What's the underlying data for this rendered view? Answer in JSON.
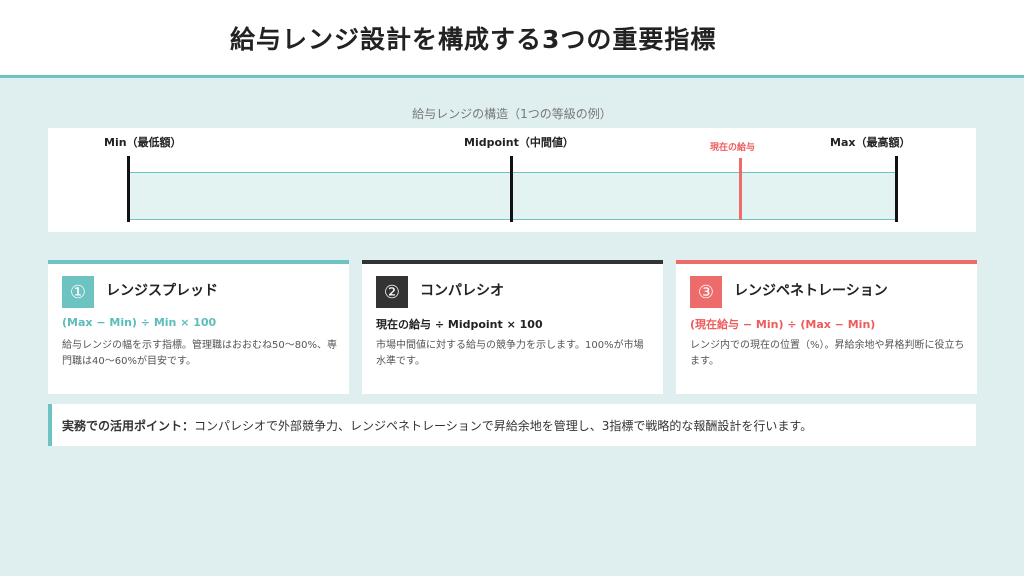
{
  "header": {
    "title": "給与レンジ設計を構成する3つの重要指標"
  },
  "diagram": {
    "caption": "給与レンジの構造（1つの等級の例）",
    "min_label": "Min（最低額）",
    "midpoint_label": "Midpoint（中間値）",
    "max_label": "Max（最高額）",
    "current_label": "現在の給与",
    "current_position_fraction": 0.8
  },
  "cards": [
    {
      "number": "①",
      "title": "レンジスプレッド",
      "formula": "(Max − Min) ÷ Min × 100",
      "description": "給与レンジの幅を示す指標。管理職はおおむね50〜80%、専門職は40〜60%が目安です。",
      "accent_color": "#6cc3c1"
    },
    {
      "number": "②",
      "title": "コンパレシオ",
      "formula": "現在の給与 ÷ Midpoint × 100",
      "description": "市場中間値に対する給与の競争力を示します。100%が市場水準です。",
      "accent_color": "#333333"
    },
    {
      "number": "③",
      "title": "レンジペネトレーション",
      "formula": "(現在給与 − Min) ÷ (Max − Min)",
      "description": "レンジ内での現在の位置（%）。昇給余地や昇格判断に役立ちます。",
      "accent_color": "#ee6b6b"
    }
  ],
  "note": {
    "lead": "実務での活用ポイント：",
    "text": "コンパレシオで外部競争力、レンジペネトレーションで昇給余地を管理し、3指標で戦略的な報酬設計を行います。"
  }
}
